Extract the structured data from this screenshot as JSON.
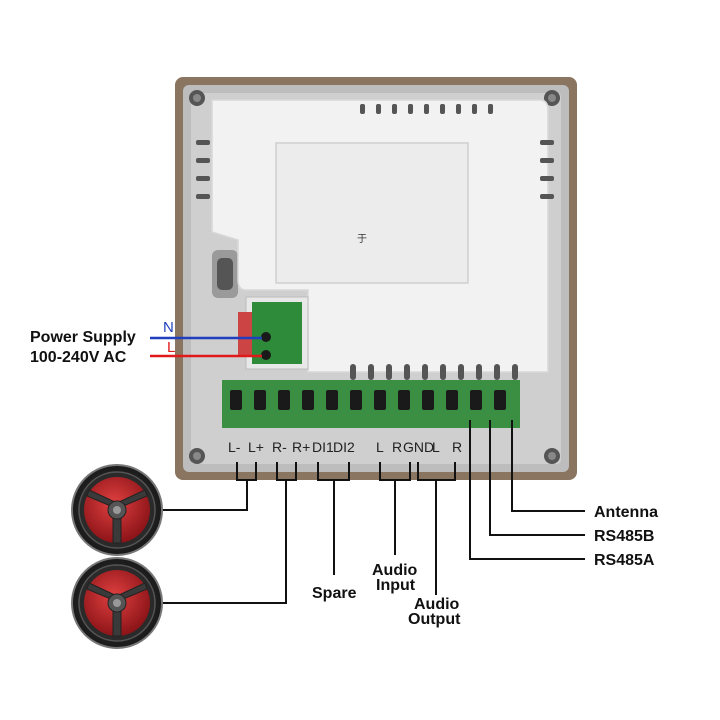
{
  "power": {
    "label_line1": "Power Supply",
    "label_line2": "100-240V AC",
    "wire_n": "N",
    "wire_l": "L",
    "color_n": "#1f3fbf",
    "color_l": "#e01a1a"
  },
  "center_mark": "于",
  "terminals": [
    "L-",
    "L+",
    "R-",
    "R+",
    "DI1",
    "DI2",
    "",
    "L",
    "R",
    "GND",
    "L",
    "R"
  ],
  "callouts": {
    "antenna": "Antenna",
    "rs485b": "RS485B",
    "rs485a": "RS485A",
    "spare": "Spare",
    "audio_input_line1": "Audio",
    "audio_input_line2": "Input",
    "audio_output_line1": "Audio",
    "audio_output_line2": "Output"
  },
  "speakers": [
    {
      "icon": "ceiling-speaker-icon",
      "accent": "#c8262b"
    },
    {
      "icon": "ceiling-speaker-icon",
      "accent": "#c8262b"
    }
  ],
  "colors": {
    "frame": "#8a7560",
    "panel": "#c9c9c9",
    "cover": "#f2f2f2",
    "terminal_block": "#2e8b3a",
    "wire": "#111111"
  }
}
